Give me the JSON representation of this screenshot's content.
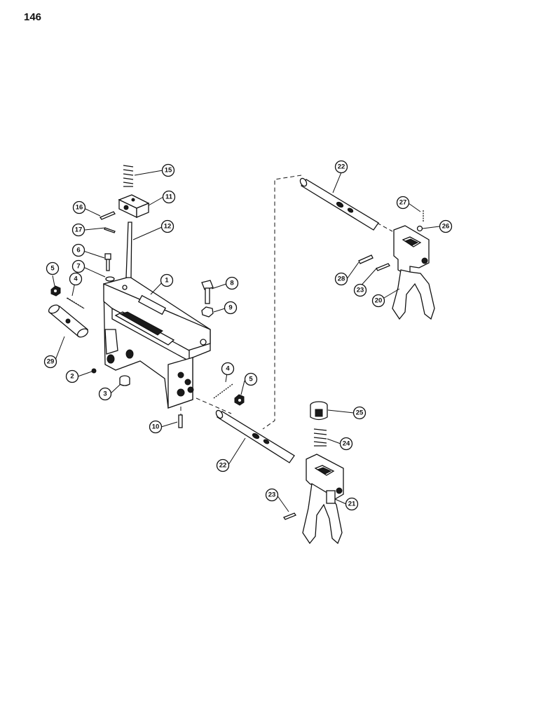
{
  "page": {
    "number": "146"
  },
  "callouts": {
    "c1": "1",
    "c2": "2",
    "c3": "3",
    "c4a": "4",
    "c4b": "4",
    "c5a": "5",
    "c5b": "5",
    "c6": "6",
    "c7": "7",
    "c8": "8",
    "c9": "9",
    "c10": "10",
    "c11": "11",
    "c12": "12",
    "c15": "15",
    "c16": "16",
    "c17": "17",
    "c20": "20",
    "c21": "21",
    "c22a": "22",
    "c22b": "22",
    "c23a": "23",
    "c23b": "23",
    "c24": "24",
    "c25": "25",
    "c26": "26",
    "c27": "27",
    "c28": "28",
    "c29": "29"
  }
}
